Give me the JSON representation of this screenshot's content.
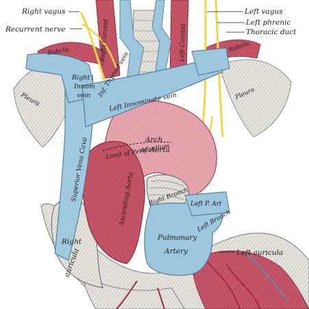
{
  "labels": {
    "right_vagus": "Right vagus",
    "recurrent_nerve": "Recurrent nerve",
    "left_vagus": "Left vagus",
    "left_phrenic": "Left phrenic",
    "thoracic_duct": "Thoracic duct",
    "right_innom_vein_1": "Right",
    "right_innom_vein_2": "Innom",
    "right_innom_vein_3": "vein",
    "left_innominate_vein": "Left Innominate vein",
    "inf_thyroid_vein": "Inf. Thyroid vein",
    "arch_of_aorta_1": "Arch",
    "arch_of_aorta_2": "of Aorta",
    "limit_of_pericardium": "Limit of Pericardium",
    "superior_vena_cava": "Superior Vena Cava",
    "ascending_aorta": "Ascending Aorta",
    "right_bronch": "Right Bronch",
    "left_p_art": "Left P. Art",
    "left_bronch": "Left Bronch",
    "pulmonary_artery_1": "Pulmonary",
    "pulmonary_artery_2": "Artery",
    "right_auricula_1": "Right",
    "right_auricula_2": "auricula",
    "left_auricula": "Left auricula",
    "pleura_left": "Pleura",
    "pleura_right": "Pleura",
    "subclavian_left": "Subcla.",
    "subclavian_right": "Subcla.",
    "carotid_left": "Left Carotid",
    "carotid_right": "Right Carotid"
  },
  "colors": {
    "vein": "#9cc7de",
    "vein_edge": "#3f6f8e",
    "artery": "#c9576a",
    "artery_light": "#e29aa4",
    "artery_dark": "#8e2b3c",
    "nerve": "#f1d64a",
    "pleura": "#e9e6df",
    "tissue": "#d8d2c6",
    "hatch": "#6b6b6b"
  }
}
